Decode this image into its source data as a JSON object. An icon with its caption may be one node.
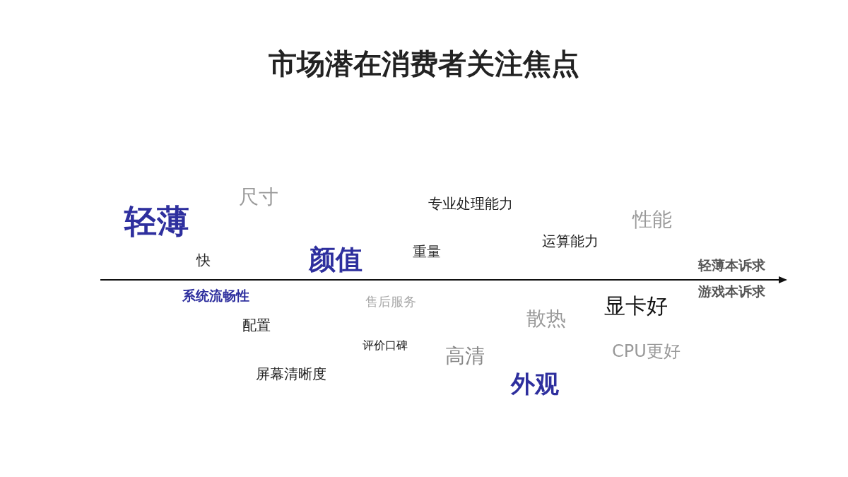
{
  "diagram": {
    "title": "市场潜在消费者关注焦点",
    "labels": [
      "尺寸",
      "专业处理能力",
      "轻薄",
      "性能",
      "运算能力",
      "重量",
      "颜值",
      "快",
      "轻薄本诉求",
      "游戏本诉求",
      "系统流畅性",
      "售后服务",
      "显卡好",
      "散热",
      "配置",
      "评价口碑",
      "CPU更好",
      "高清",
      "屏幕清晰度",
      "外观"
    ]
  }
}
